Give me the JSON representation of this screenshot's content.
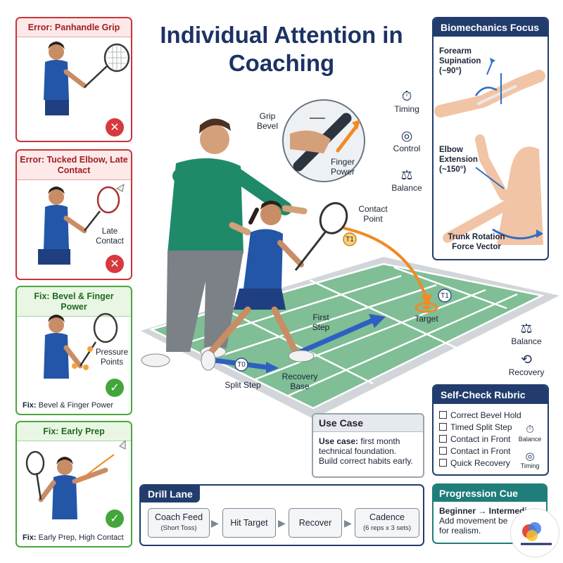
{
  "title": "Individual Attention in Coaching",
  "error_cards": [
    {
      "title": "Error: Panhandle Grip",
      "status": "error"
    },
    {
      "title": "Error: Tucked Elbow, Late Contact",
      "label": "Late Contact",
      "status": "error"
    }
  ],
  "fix_cards": [
    {
      "title": "Fix: Bevel & Finger Power",
      "label": "Pressure Points",
      "footer_bold": "Fix:",
      "footer": "Bevel & Finger Power",
      "status": "ok"
    },
    {
      "title": "Fix: Early Prep",
      "footer_bold": "Fix:",
      "footer": "Early Prep, High Contact",
      "status": "ok"
    }
  ],
  "court_labels": {
    "grip_bevel": "Grip Bevel",
    "finger_power": "Finger Power",
    "contact_point": "Contact Point",
    "t1_contact": "T1",
    "t1_target": "T1",
    "target": "Target",
    "first_step": "First Step",
    "t0": "T0",
    "split_step": "Split Step",
    "recovery_base": "Recovery Base"
  },
  "metrics": [
    {
      "label": "Timing",
      "icon": "stopwatch-icon"
    },
    {
      "label": "Control",
      "icon": "target-icon"
    },
    {
      "label": "Balance",
      "icon": "scale-icon"
    }
  ],
  "right_metrics": [
    {
      "label": "Balance",
      "icon": "scale-icon"
    },
    {
      "label": "Recovery",
      "icon": "recycle-icon"
    }
  ],
  "biomechanics": {
    "title": "Biomechanics Focus",
    "forearm": "Forearm Supination (~90°)",
    "elbow": "Elbow Extension (~150°)",
    "trunk": "Trunk Rotation Force Vector"
  },
  "rubric": {
    "title": "Self-Check Rubric",
    "items": [
      "Correct Bevel Hold",
      "Timed Split Step",
      "Contact in Front",
      "Contact in Front",
      "Quick Recovery"
    ],
    "side_icons": [
      {
        "label": "Balance",
        "icon": "stopwatch-icon"
      },
      {
        "label": "Timing",
        "icon": "target-icon"
      }
    ]
  },
  "use_case": {
    "title": "Use Case",
    "label": "Use case:",
    "text": "first month technical foundation. Build correct habits early."
  },
  "drill_lane": {
    "title": "Drill Lane",
    "steps": [
      {
        "label": "Coach Feed",
        "sub": "(Short Toss)"
      },
      {
        "label": "Hit Target",
        "sub": ""
      },
      {
        "label": "Recover",
        "sub": ""
      },
      {
        "label": "Cadence",
        "sub": "(6 reps x 3 sets)"
      }
    ]
  },
  "progression": {
    "title": "Progression Cue",
    "line1": "Beginner → Intermedi",
    "line2": "Add movement be",
    "line3": "for realism."
  },
  "colors": {
    "navy": "#223d6d",
    "error_red": "#c8343b",
    "fix_green": "#4aa63d",
    "court_green": "#7fbf94",
    "path_orange": "#f08a24",
    "teal": "#1f7d7a"
  }
}
